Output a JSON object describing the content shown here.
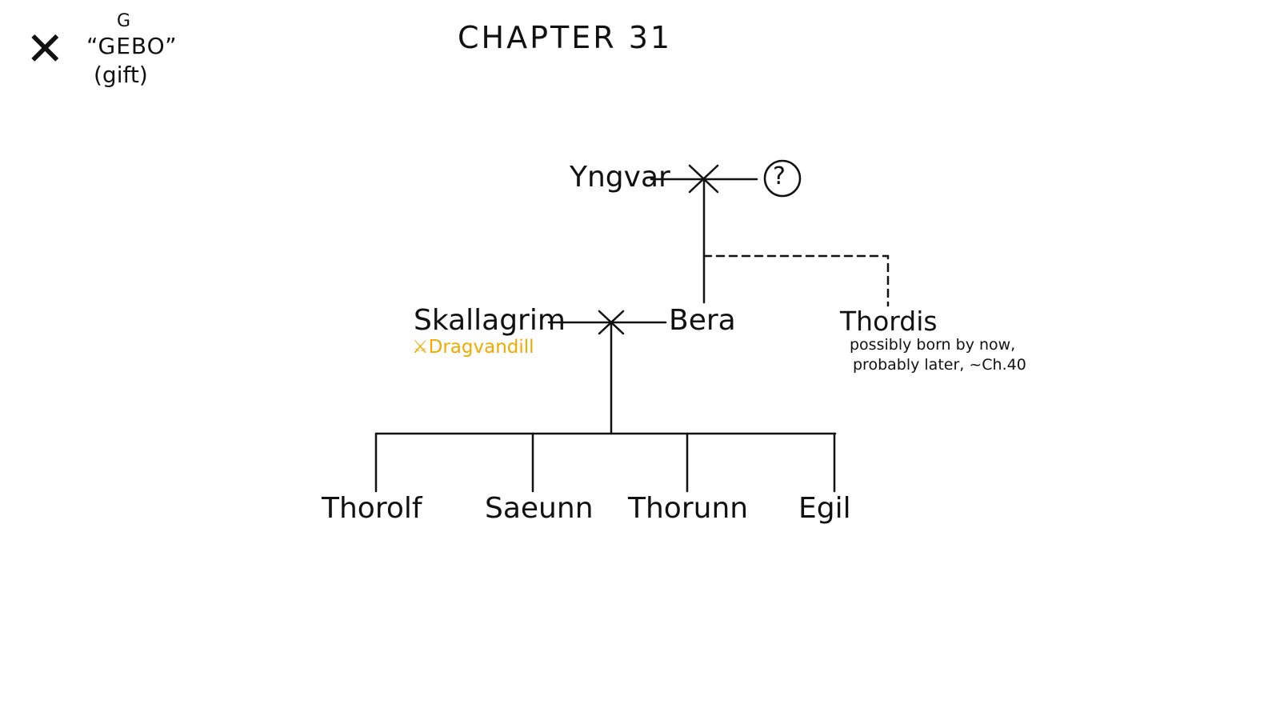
{
  "rune": {
    "glyph": "✕",
    "letter": "G",
    "name": "“GEBO”",
    "meaning": "(gift)"
  },
  "title": "CHAPTER 31",
  "tree": {
    "generation1": {
      "husband": "Yngvar",
      "wife": "?"
    },
    "generation2": {
      "husband": "Skallagrim",
      "weapon": "Dragvandill",
      "wife": "Bera",
      "sister": "Thordis",
      "sister_note_line1": "possibly born by now,",
      "sister_note_line2": "probably later, ~Ch.40"
    },
    "children": [
      "Thorolf",
      "Saeunn",
      "Thorunn",
      "Egil"
    ]
  },
  "colors": {
    "ink": "#111111",
    "weapon": "#f2a900"
  }
}
